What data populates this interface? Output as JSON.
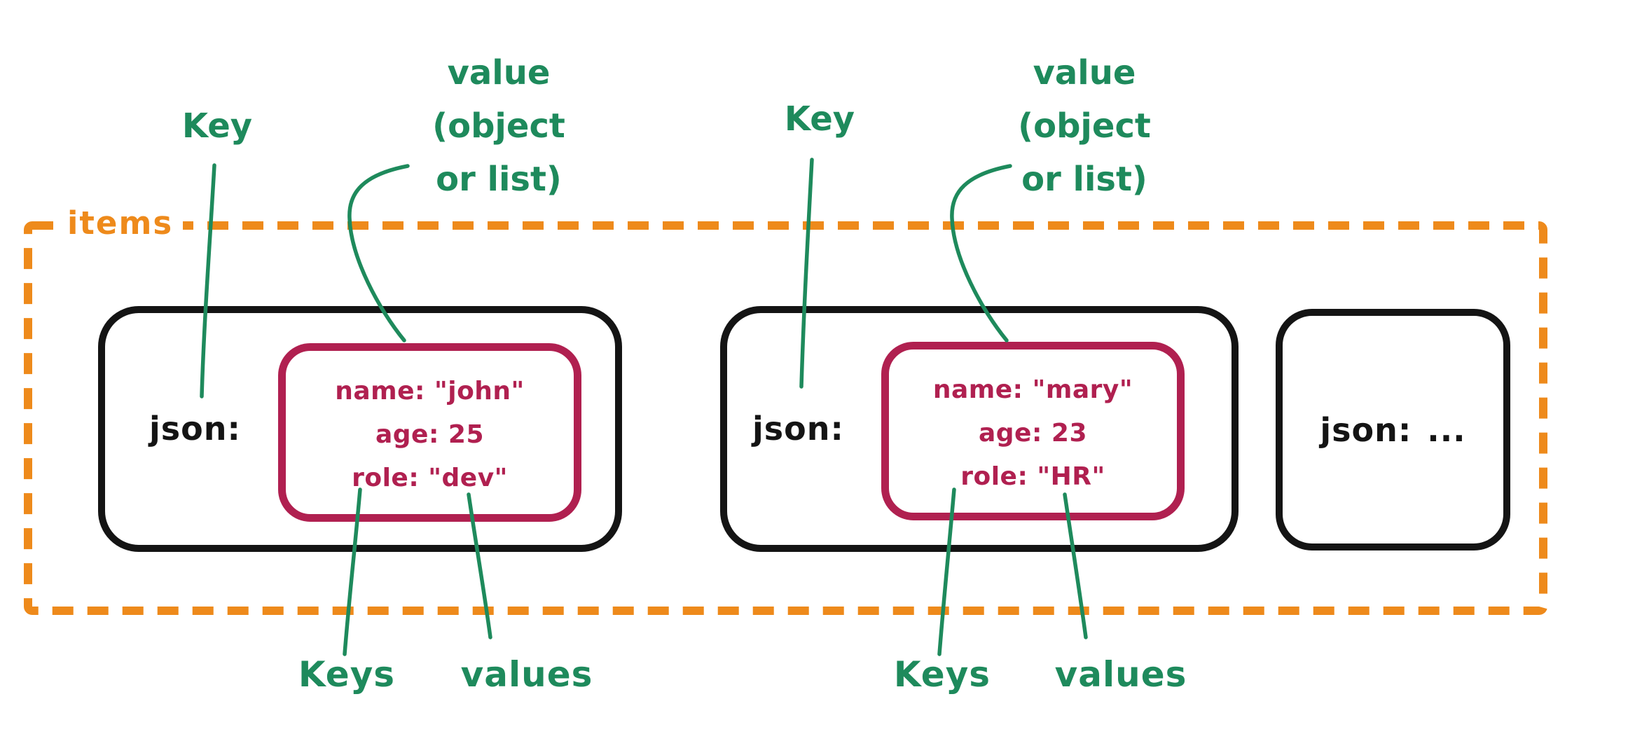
{
  "group_label": "items",
  "cards": [
    {
      "key_label": "json:",
      "entries": [
        "name: \"john\"",
        "age: 25",
        "role: \"dev\""
      ]
    },
    {
      "key_label": "json:",
      "entries": [
        "name: \"mary\"",
        "age: 23",
        "role: \"HR\""
      ]
    },
    {
      "key_label": "json:",
      "ellipsis": "..."
    }
  ],
  "annotations": {
    "key_1": "Key",
    "key_2": "Key",
    "value_1": [
      "value",
      "(object",
      "or list)"
    ],
    "value_2": [
      "value",
      "(object",
      "or list)"
    ],
    "keys_1": "Keys",
    "values_1": "values",
    "keys_2": "Keys",
    "values_2": "values"
  },
  "colors": {
    "group_border_orange": "#EE8A1B",
    "annotation_green": "#1E8A5C",
    "object_crimson": "#B02050",
    "card_ink_black": "#141414",
    "background": "#FFFFFF"
  }
}
